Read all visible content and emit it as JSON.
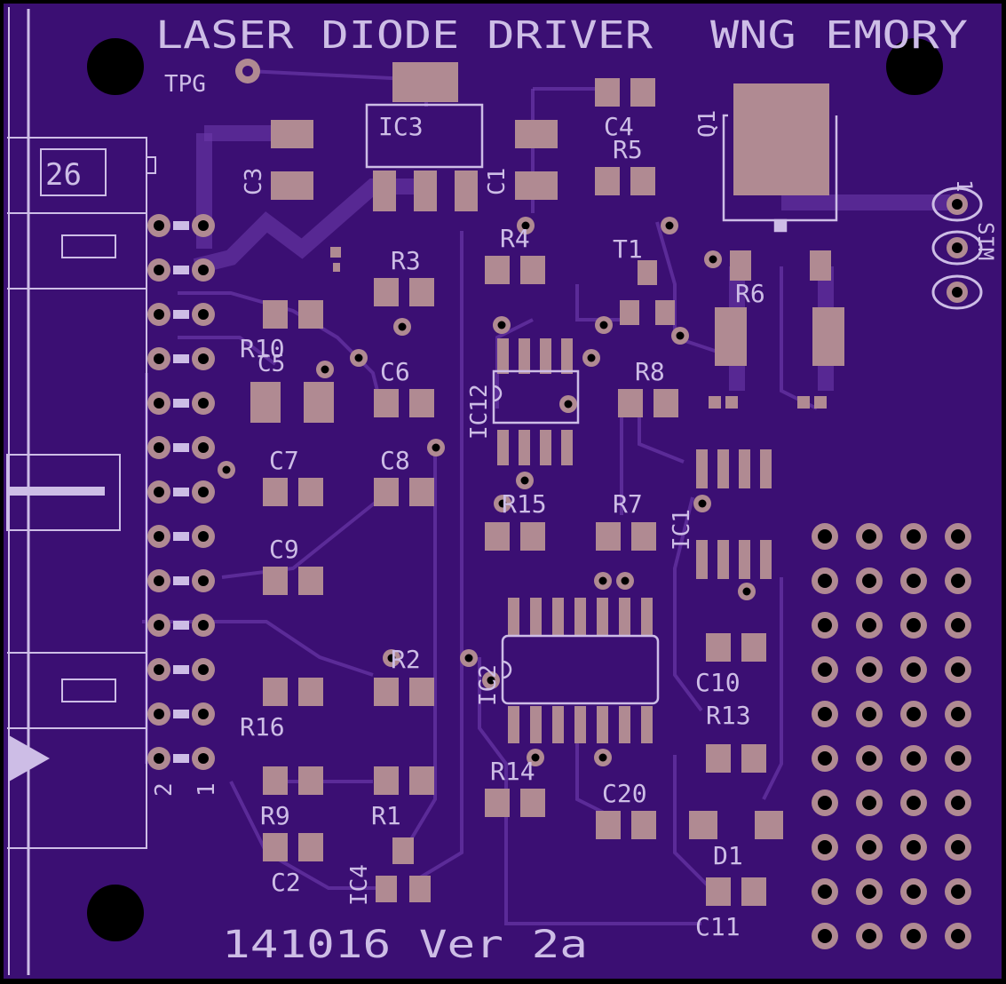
{
  "board": {
    "title": "LASER DIODE DRIVER",
    "author": "WNG EMORY",
    "version_line": "141016 Ver 2a",
    "test_point": "TPG",
    "connector_pin_count": "26",
    "connector_pin_labels": [
      "2",
      "1"
    ],
    "colors": {
      "substrate": "#3b0f73",
      "silkscreen": "#cdbde6",
      "copper_pad": "#b08a92",
      "trace": "#6a38a8",
      "hole": "#000000"
    }
  },
  "components": {
    "ic3": "IC3",
    "c3": "C3",
    "c1": "C1",
    "c4": "C4",
    "r5": "R5",
    "q1": "Q1",
    "r4": "R4",
    "r3": "R3",
    "t1": "T1",
    "r6": "R6",
    "r10": "R10",
    "c5": "C5",
    "c6": "C6",
    "ic12": "IC12",
    "r8": "R8",
    "c7": "C7",
    "c8": "C8",
    "r15": "R15",
    "r7": "R7",
    "ic1": "IC1",
    "c9": "C9",
    "r2": "R2",
    "ic2": "IC2",
    "c10": "C10",
    "r16": "R16",
    "r13": "R13",
    "r14": "R14",
    "c20": "C20",
    "r9": "R9",
    "r1": "R1",
    "d1": "D1",
    "c2": "C2",
    "ic4": "IC4",
    "c11": "C11",
    "sim": "SIM",
    "sim_pin": "1"
  }
}
